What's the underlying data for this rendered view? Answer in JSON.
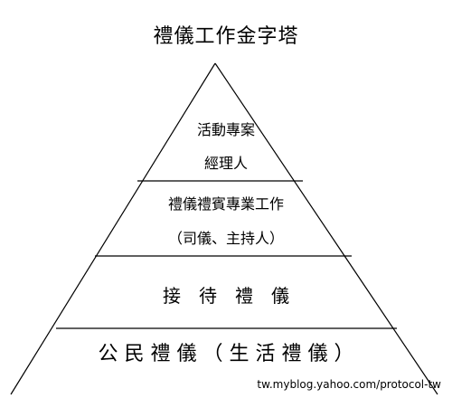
{
  "diagram": {
    "title": "禮儀工作金字塔",
    "levels": [
      {
        "lines": [
          "活動專案",
          "經理人"
        ]
      },
      {
        "lines": [
          "禮儀禮賓專業工作",
          "（司儀、主持人）"
        ]
      },
      {
        "lines": [
          "接　待　禮　儀"
        ]
      },
      {
        "lines": [
          "公 民 禮 儀 （ 生 活 禮 儀 ）"
        ]
      }
    ],
    "source": "tw.myblog.yahoo.com/protocol-tw",
    "colors": {
      "line": "#000000",
      "background": "#ffffff",
      "text": "#000000"
    }
  }
}
